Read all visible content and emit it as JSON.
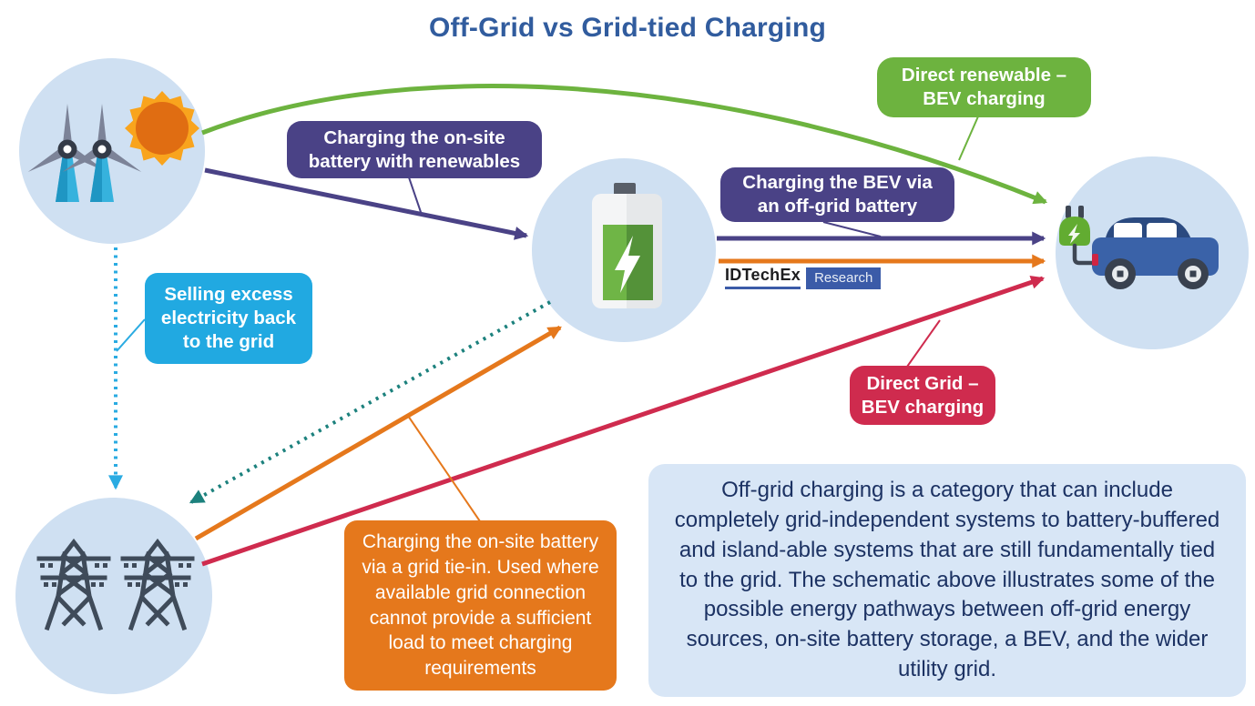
{
  "title": {
    "text": "Off-Grid vs Grid-tied Charging",
    "color": "#315c9e"
  },
  "nodes": {
    "renewables": {
      "icon": "wind-turbines-sun-icon"
    },
    "battery": {
      "icon": "battery-icon"
    },
    "bev": {
      "icon": "ev-car-plug-icon"
    },
    "grid": {
      "icon": "transmission-towers-icon"
    }
  },
  "labels": {
    "direct_renewable": {
      "text": "Direct renewable –\nBEV charging",
      "color": "#6db33f"
    },
    "charge_battery_renewables": {
      "text": "Charging the on-site\nbattery with renewables",
      "color": "#4a4286"
    },
    "charge_bev_offgrid": {
      "text": "Charging the BEV via\nan off-grid battery",
      "color": "#4a4286"
    },
    "selling_excess": {
      "text": "Selling excess\nelectricity back\nto the grid",
      "color": "#21a9e1"
    },
    "direct_grid": {
      "text": "Direct Grid –\nBEV charging",
      "color": "#cf2b4e"
    },
    "grid_tie_in": {
      "bold": "Charging the on-site battery via a grid tie-in.",
      "rest": " Used where available grid connection cannot provide a sufficient load to meet charging requirements",
      "color": "#e5781c"
    }
  },
  "info_box": {
    "text": "Off-grid charging is a category that can include completely grid-independent systems to battery-buffered and island-able systems that are still fundamentally tied to the grid. The schematic above illustrates some of the possible energy pathways between off-grid energy sources, on-site battery storage, a BEV, and the wider utility grid."
  },
  "logo": {
    "brand": "IDTechEx",
    "suffix": "Research"
  },
  "colors": {
    "title_blue": "#315c9e",
    "circle_fill": "#cfe0f2",
    "green": "#6db33f",
    "indigo": "#4a4286",
    "cyan": "#21a9e1",
    "orange": "#e5781c",
    "crimson": "#cf2b4e",
    "teal": "#1c817d",
    "info_bg": "#d8e6f6",
    "info_text": "#1c3263"
  }
}
